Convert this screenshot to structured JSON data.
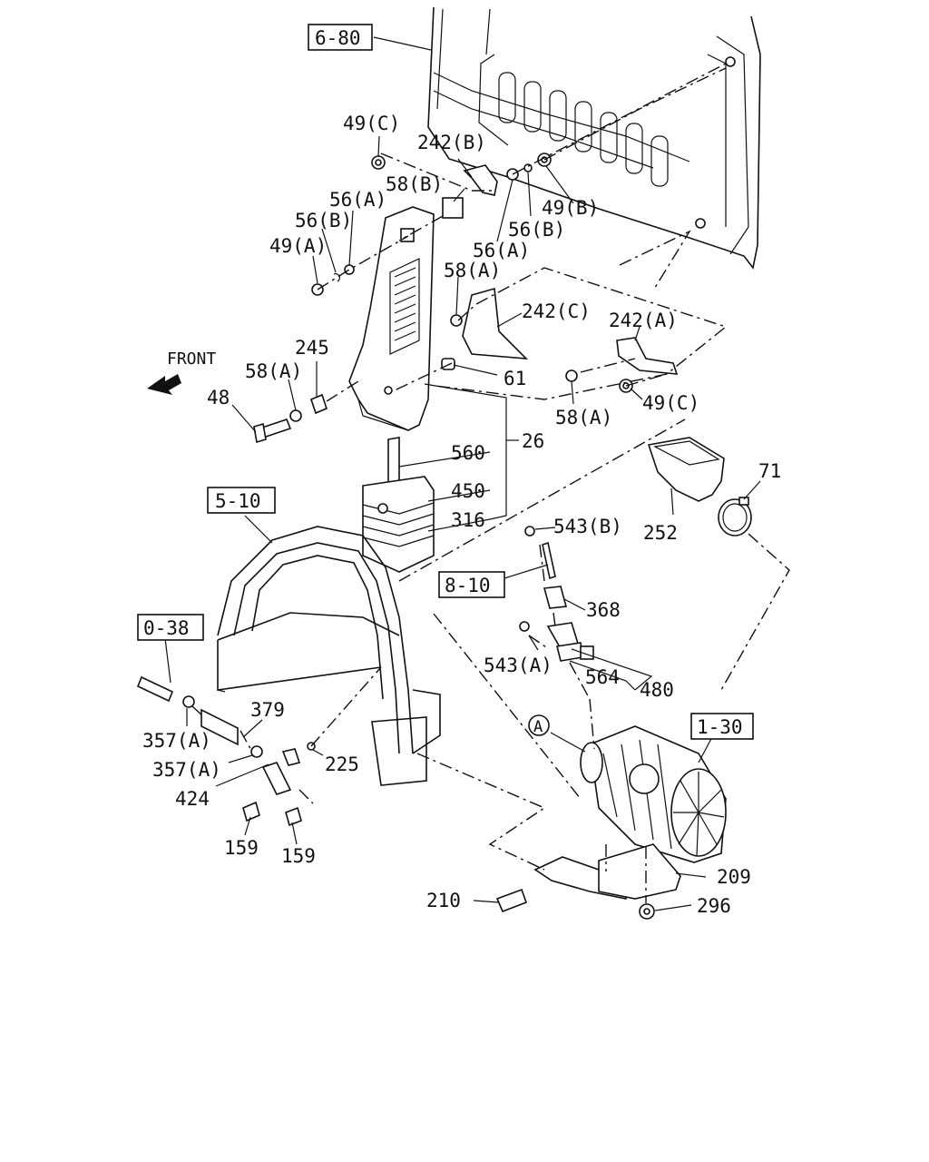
{
  "refs": {
    "r680": "6-80",
    "r510": "5-10",
    "r038": "0-38",
    "r810": "8-10",
    "r130": "1-30"
  },
  "circle_ref": "A",
  "front_label": "FRONT",
  "callouts": {
    "c49c_top": "49(C)",
    "c242b": "242(B)",
    "c58b": "58(B)",
    "c56a_left": "56(A)",
    "c56b_left": "56(B)",
    "c49a": "49(A)",
    "c49b": "49(B)",
    "c56b_right": "56(B)",
    "c56a_right": "56(A)",
    "c58a_mid": "58(A)",
    "c242c": "242(C)",
    "c242a": "242(A)",
    "c245": "245",
    "c58a_left": "58(A)",
    "c48": "48",
    "c61": "61",
    "c58a_low": "58(A)",
    "c49c_right": "49(C)",
    "c26": "26",
    "c560": "560",
    "c450": "450",
    "c316": "316",
    "c71": "71",
    "c252": "252",
    "c543b": "543(B)",
    "c368": "368",
    "c543a": "543(A)",
    "c564": "564",
    "c480": "480",
    "c379": "379",
    "c357a_1": "357(A)",
    "c357a_2": "357(A)",
    "c225": "225",
    "c424": "424",
    "c159_1": "159",
    "c159_2": "159",
    "c209": "209",
    "c210": "210",
    "c296": "296"
  }
}
